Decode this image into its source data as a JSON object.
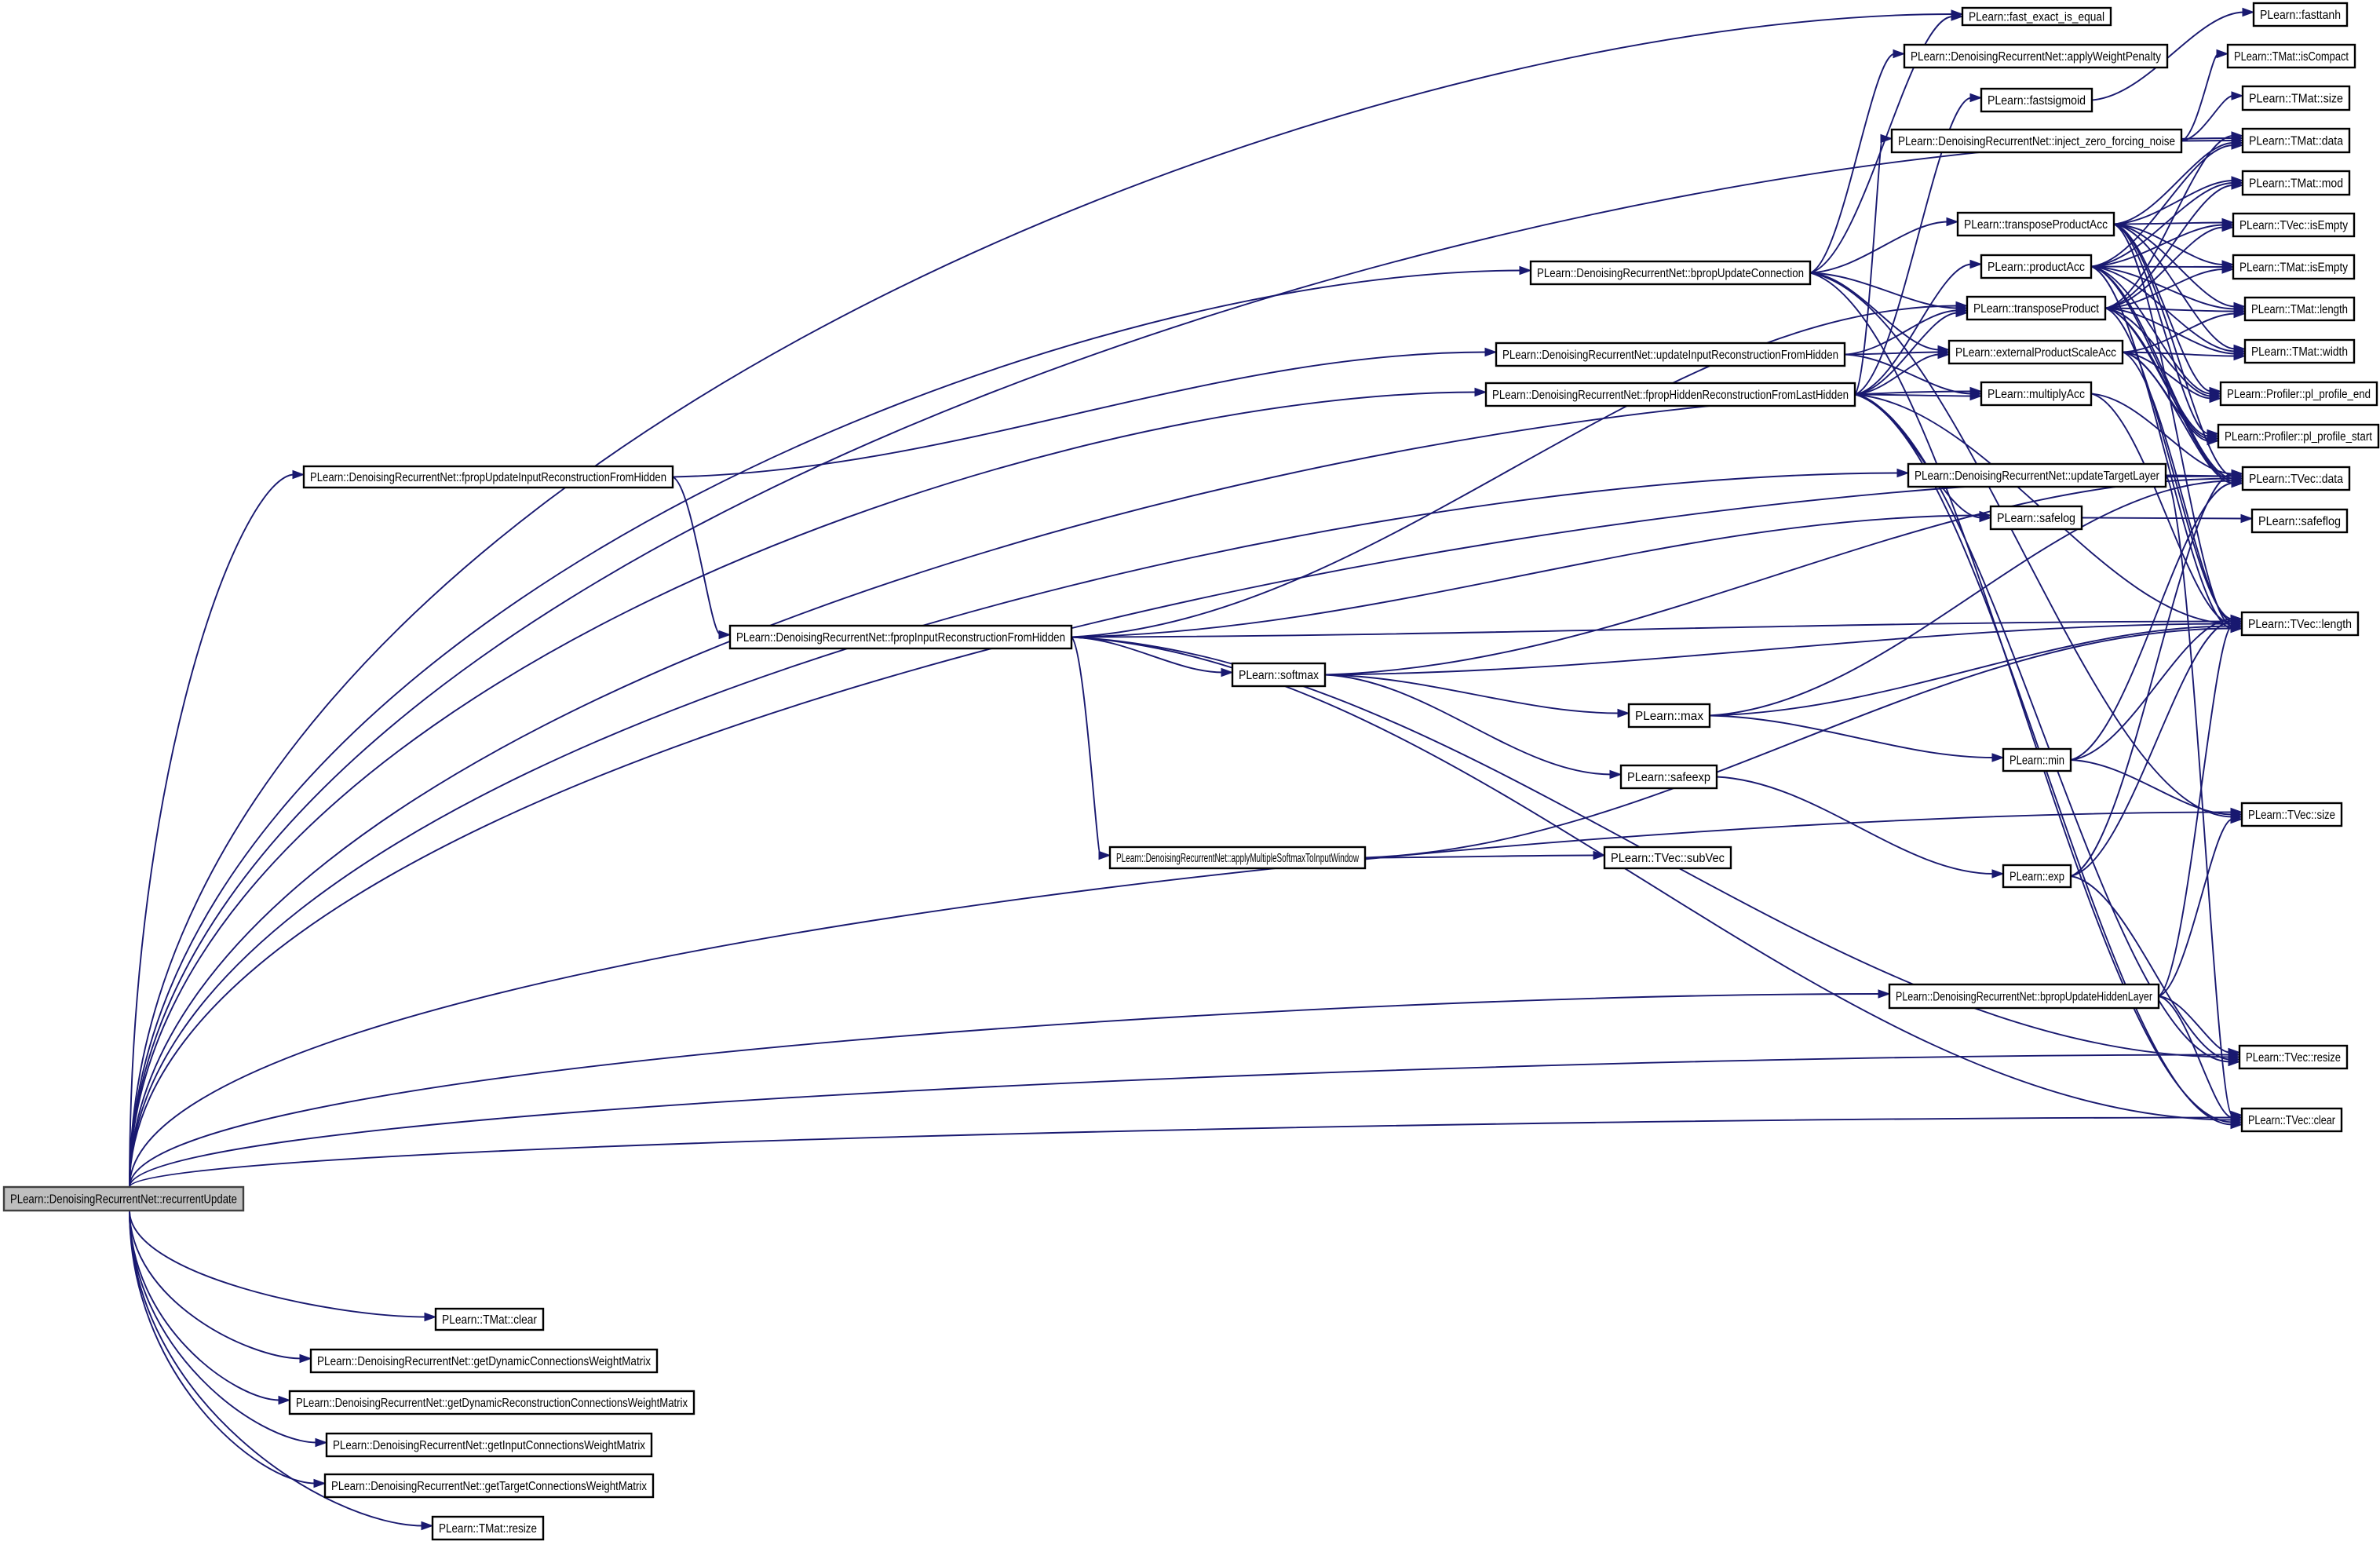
{
  "diagram": {
    "title": "Call graph for PLearn::DenoisingRecurrentNet::recurrentUpdate",
    "colors": {
      "edge": "#191970",
      "root_fill": "#bfbfbf",
      "node_fill": "#ffffff",
      "node_border": "#000000"
    },
    "root": "recurrentUpdate",
    "nodes": [
      {
        "id": "recurrentUpdate",
        "label": "PLearn::DenoisingRecurrentNet::recurrentUpdate"
      },
      {
        "id": "tmatClear",
        "label": "PLearn::TMat::clear"
      },
      {
        "id": "getDynConn",
        "label": "PLearn::DenoisingRecurrentNet::getDynamicConnectionsWeightMatrix"
      },
      {
        "id": "getDynRecConn",
        "label": "PLearn::DenoisingRecurrentNet::getDynamicReconstructionConnectionsWeightMatrix"
      },
      {
        "id": "getInputConn",
        "label": "PLearn::DenoisingRecurrentNet::getInputConnectionsWeightMatrix"
      },
      {
        "id": "getTargetConn",
        "label": "PLearn::DenoisingRecurrentNet::getTargetConnectionsWeightMatrix"
      },
      {
        "id": "tmatResize",
        "label": "PLearn::TMat::resize"
      },
      {
        "id": "fpropUpdInRec",
        "label": "PLearn::DenoisingRecurrentNet::fpropUpdateInputReconstructionFromHidden"
      },
      {
        "id": "fpropInRec",
        "label": "PLearn::DenoisingRecurrentNet::fpropInputReconstructionFromHidden"
      },
      {
        "id": "softmax",
        "label": "PLearn::softmax"
      },
      {
        "id": "max",
        "label": "PLearn::max"
      },
      {
        "id": "safeexp",
        "label": "PLearn::safeexp"
      },
      {
        "id": "applyMultiSoftmax",
        "label": "PLearn::DenoisingRecurrentNet::applyMultipleSoftmaxToInputWindow"
      },
      {
        "id": "subVec",
        "label": "PLearn::TVec::subVec"
      },
      {
        "id": "bpropUpdConn",
        "label": "PLearn::DenoisingRecurrentNet::bpropUpdateConnection"
      },
      {
        "id": "updInRec",
        "label": "PLearn::DenoisingRecurrentNet::updateInputReconstructionFromHidden"
      },
      {
        "id": "fpropHidRec",
        "label": "PLearn::DenoisingRecurrentNet::fpropHiddenReconstructionFromLastHidden"
      },
      {
        "id": "fastExact",
        "label": "PLearn::fast_exact_is_equal"
      },
      {
        "id": "applyWP",
        "label": "PLearn::DenoisingRecurrentNet::applyWeightPenalty"
      },
      {
        "id": "fastsigmoid",
        "label": "PLearn::fastsigmoid"
      },
      {
        "id": "injectNoise",
        "label": "PLearn::DenoisingRecurrentNet::inject_zero_forcing_noise"
      },
      {
        "id": "transProdAcc",
        "label": "PLearn::transposeProductAcc"
      },
      {
        "id": "productAcc",
        "label": "PLearn::productAcc"
      },
      {
        "id": "transProd",
        "label": "PLearn::transposeProduct"
      },
      {
        "id": "extProdScaleAcc",
        "label": "PLearn::externalProductScaleAcc"
      },
      {
        "id": "multiplyAcc",
        "label": "PLearn::multiplyAcc"
      },
      {
        "id": "updTargetLayer",
        "label": "PLearn::DenoisingRecurrentNet::updateTargetLayer"
      },
      {
        "id": "safelog",
        "label": "PLearn::safelog"
      },
      {
        "id": "min",
        "label": "PLearn::min"
      },
      {
        "id": "exp",
        "label": "PLearn::exp"
      },
      {
        "id": "bpropUpdHid",
        "label": "PLearn::DenoisingRecurrentNet::bpropUpdateHiddenLayer"
      },
      {
        "id": "fasttanh",
        "label": "PLearn::fasttanh"
      },
      {
        "id": "tmatIsCompact",
        "label": "PLearn::TMat::isCompact"
      },
      {
        "id": "tmatSize",
        "label": "PLearn::TMat::size"
      },
      {
        "id": "tmatData",
        "label": "PLearn::TMat::data"
      },
      {
        "id": "tmatMod",
        "label": "PLearn::TMat::mod"
      },
      {
        "id": "tvecIsEmpty",
        "label": "PLearn::TVec::isEmpty"
      },
      {
        "id": "tmatIsEmpty",
        "label": "PLearn::TMat::isEmpty"
      },
      {
        "id": "tmatLength",
        "label": "PLearn::TMat::length"
      },
      {
        "id": "tmatWidth",
        "label": "PLearn::TMat::width"
      },
      {
        "id": "profEnd",
        "label": "PLearn::Profiler::pl_profile_end"
      },
      {
        "id": "profStart",
        "label": "PLearn::Profiler::pl_profile_start"
      },
      {
        "id": "tvecData",
        "label": "PLearn::TVec::data"
      },
      {
        "id": "safeflog",
        "label": "PLearn::safeflog"
      },
      {
        "id": "tvecLength",
        "label": "PLearn::TVec::length"
      },
      {
        "id": "tvecSize",
        "label": "PLearn::TVec::size"
      },
      {
        "id": "tvecResize",
        "label": "PLearn::TVec::resize"
      },
      {
        "id": "tvecClear",
        "label": "PLearn::TVec::clear"
      }
    ],
    "edges": [
      [
        "recurrentUpdate",
        "fastExact"
      ],
      [
        "recurrentUpdate",
        "tmatData"
      ],
      [
        "recurrentUpdate",
        "bpropUpdConn"
      ],
      [
        "recurrentUpdate",
        "fpropHidRec"
      ],
      [
        "recurrentUpdate",
        "multiplyAcc"
      ],
      [
        "recurrentUpdate",
        "fpropUpdInRec"
      ],
      [
        "recurrentUpdate",
        "updTargetLayer"
      ],
      [
        "recurrentUpdate",
        "tvecData"
      ],
      [
        "recurrentUpdate",
        "tvecSize"
      ],
      [
        "recurrentUpdate",
        "bpropUpdHid"
      ],
      [
        "recurrentUpdate",
        "tvecResize"
      ],
      [
        "recurrentUpdate",
        "tvecClear"
      ],
      [
        "recurrentUpdate",
        "tmatClear"
      ],
      [
        "recurrentUpdate",
        "getDynConn"
      ],
      [
        "recurrentUpdate",
        "getDynRecConn"
      ],
      [
        "recurrentUpdate",
        "getInputConn"
      ],
      [
        "recurrentUpdate",
        "getTargetConn"
      ],
      [
        "recurrentUpdate",
        "tmatResize"
      ],
      [
        "fpropUpdInRec",
        "updInRec"
      ],
      [
        "fpropUpdInRec",
        "fpropInRec"
      ],
      [
        "fpropInRec",
        "transProd"
      ],
      [
        "fpropInRec",
        "safelog"
      ],
      [
        "fpropInRec",
        "tvecLength"
      ],
      [
        "fpropInRec",
        "softmax"
      ],
      [
        "fpropInRec",
        "applyMultiSoftmax"
      ],
      [
        "fpropInRec",
        "tvecResize"
      ],
      [
        "fpropInRec",
        "tvecClear"
      ],
      [
        "softmax",
        "tvecData"
      ],
      [
        "softmax",
        "tvecLength"
      ],
      [
        "softmax",
        "max"
      ],
      [
        "softmax",
        "safeexp"
      ],
      [
        "max",
        "tvecData"
      ],
      [
        "max",
        "tvecLength"
      ],
      [
        "max",
        "min"
      ],
      [
        "safeexp",
        "exp"
      ],
      [
        "applyMultiSoftmax",
        "subVec"
      ],
      [
        "applyMultiSoftmax",
        "tvecLength"
      ],
      [
        "min",
        "tvecData"
      ],
      [
        "min",
        "tvecLength"
      ],
      [
        "min",
        "tvecSize"
      ],
      [
        "exp",
        "tvecData"
      ],
      [
        "exp",
        "tvecLength"
      ],
      [
        "exp",
        "tvecResize"
      ],
      [
        "bpropUpdConn",
        "fastExact"
      ],
      [
        "bpropUpdConn",
        "applyWP"
      ],
      [
        "bpropUpdConn",
        "transProdAcc"
      ],
      [
        "bpropUpdConn",
        "transProd"
      ],
      [
        "bpropUpdConn",
        "extProdScaleAcc"
      ],
      [
        "bpropUpdConn",
        "tvecSize"
      ],
      [
        "bpropUpdConn",
        "tvecClear"
      ],
      [
        "updInRec",
        "transProd"
      ],
      [
        "updInRec",
        "extProdScaleAcc"
      ],
      [
        "updInRec",
        "multiplyAcc"
      ],
      [
        "fpropHidRec",
        "fastsigmoid"
      ],
      [
        "fpropHidRec",
        "injectNoise"
      ],
      [
        "fpropHidRec",
        "productAcc"
      ],
      [
        "fpropHidRec",
        "transProd"
      ],
      [
        "fpropHidRec",
        "extProdScaleAcc"
      ],
      [
        "fpropHidRec",
        "multiplyAcc"
      ],
      [
        "fpropHidRec",
        "safelog"
      ],
      [
        "fpropHidRec",
        "tvecLength"
      ],
      [
        "fpropHidRec",
        "tvecResize"
      ],
      [
        "fpropHidRec",
        "tvecClear"
      ],
      [
        "fastsigmoid",
        "fasttanh"
      ],
      [
        "injectNoise",
        "tmatIsCompact"
      ],
      [
        "injectNoise",
        "tmatSize"
      ],
      [
        "injectNoise",
        "tmatData"
      ],
      [
        "transProdAcc",
        "tmatData"
      ],
      [
        "transProdAcc",
        "tmatMod"
      ],
      [
        "transProdAcc",
        "tvecIsEmpty"
      ],
      [
        "transProdAcc",
        "tmatIsEmpty"
      ],
      [
        "transProdAcc",
        "tmatLength"
      ],
      [
        "transProdAcc",
        "tmatWidth"
      ],
      [
        "transProdAcc",
        "profEnd"
      ],
      [
        "transProdAcc",
        "profStart"
      ],
      [
        "transProdAcc",
        "tvecData"
      ],
      [
        "transProdAcc",
        "tvecLength"
      ],
      [
        "productAcc",
        "tmatData"
      ],
      [
        "productAcc",
        "tmatMod"
      ],
      [
        "productAcc",
        "tvecIsEmpty"
      ],
      [
        "productAcc",
        "tmatIsEmpty"
      ],
      [
        "productAcc",
        "tmatLength"
      ],
      [
        "productAcc",
        "tmatWidth"
      ],
      [
        "productAcc",
        "profEnd"
      ],
      [
        "productAcc",
        "profStart"
      ],
      [
        "productAcc",
        "tvecData"
      ],
      [
        "productAcc",
        "tvecLength"
      ],
      [
        "transProd",
        "tmatData"
      ],
      [
        "transProd",
        "tmatMod"
      ],
      [
        "transProd",
        "tvecIsEmpty"
      ],
      [
        "transProd",
        "tmatIsEmpty"
      ],
      [
        "transProd",
        "tmatLength"
      ],
      [
        "transProd",
        "tmatWidth"
      ],
      [
        "transProd",
        "profEnd"
      ],
      [
        "transProd",
        "profStart"
      ],
      [
        "transProd",
        "tvecData"
      ],
      [
        "transProd",
        "tvecLength"
      ],
      [
        "extProdScaleAcc",
        "tmatLength"
      ],
      [
        "extProdScaleAcc",
        "tmatWidth"
      ],
      [
        "extProdScaleAcc",
        "profEnd"
      ],
      [
        "extProdScaleAcc",
        "profStart"
      ],
      [
        "extProdScaleAcc",
        "tvecData"
      ],
      [
        "extProdScaleAcc",
        "tvecLength"
      ],
      [
        "multiplyAcc",
        "tvecData"
      ],
      [
        "multiplyAcc",
        "tvecLength"
      ],
      [
        "updTargetLayer",
        "tvecData"
      ],
      [
        "updTargetLayer",
        "tvecClear"
      ],
      [
        "safelog",
        "safeflog"
      ],
      [
        "bpropUpdHid",
        "tvecLength"
      ],
      [
        "bpropUpdHid",
        "tvecSize"
      ],
      [
        "bpropUpdHid",
        "tvecResize"
      ],
      [
        "bpropUpdHid",
        "tvecClear"
      ]
    ]
  }
}
